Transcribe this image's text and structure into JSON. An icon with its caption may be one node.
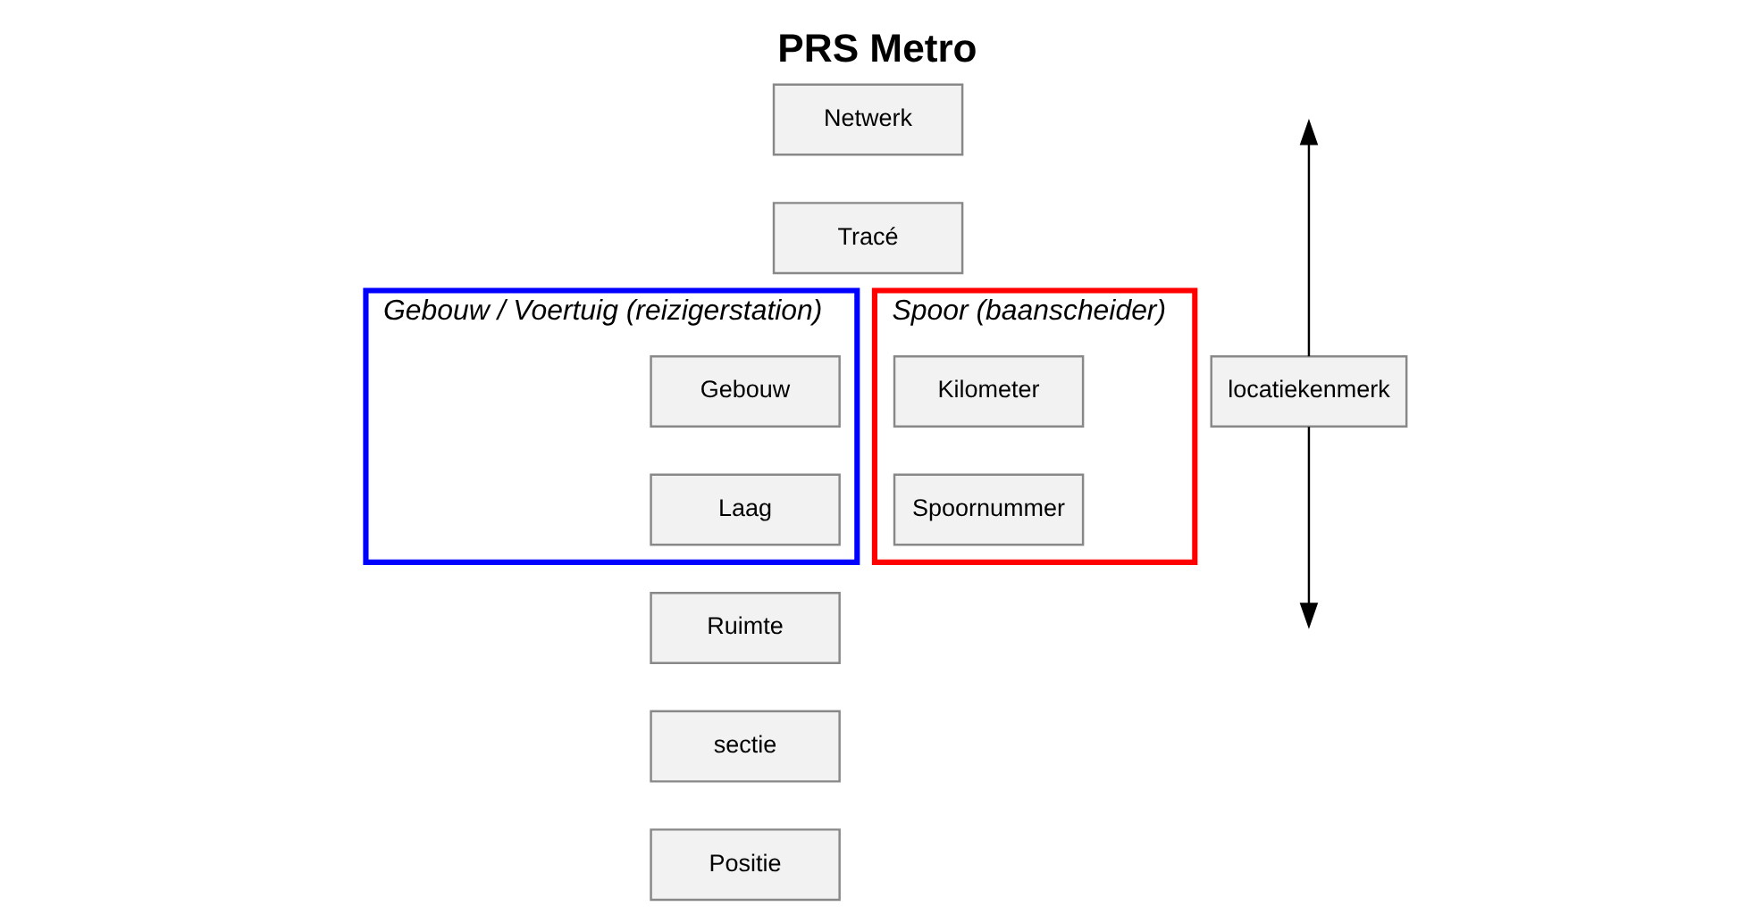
{
  "diagram": {
    "title": "PRS Metro",
    "nodes": [
      {
        "text": [
          "Netwerk"
        ]
      },
      {
        "text": [
          "Tracé"
        ]
      },
      {
        "text": [
          "Gebouw / Voertuig (reizigerstation)"
        ]
      },
      {
        "text": [
          "Gebouw"
        ],
        "in": 2
      },
      {
        "text": [
          "Laag"
        ],
        "in": 2
      },
      {
        "text": [
          "Spoor (baanscheider)"
        ]
      },
      {
        "text": [
          "Kilometer"
        ],
        "in": 5
      },
      {
        "text": [
          "Spoornummer"
        ],
        "in": 5
      },
      {
        "text": [
          "Ruimte"
        ]
      },
      {
        "text": [
          "sectie"
        ]
      },
      {
        "text": [
          "Positie"
        ]
      },
      {
        "text": [
          "locatiekenmerk"
        ]
      }
    ],
    "edges": [
      {
        "from": 11,
        "to": null,
        "arrow": "to"
      },
      {
        "from": 11,
        "to": null,
        "arrow": "to"
      }
    ]
  }
}
